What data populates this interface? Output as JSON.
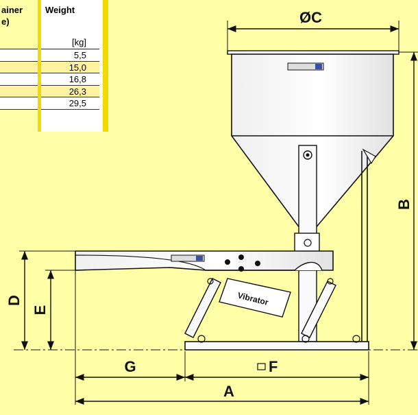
{
  "table": {
    "header_left": "ainer\ne)",
    "header_left_line1": "ainer",
    "header_left_line2": "e)",
    "header_weight": "Weight",
    "unit": "[kg]",
    "weights": [
      "5,5",
      "15,0",
      "16,8",
      "26,3",
      "29,5"
    ],
    "row_colors": [
      "#ffffff",
      "#fff3a0",
      "#ffffff",
      "#fff3a0",
      "#ffffff"
    ]
  },
  "dimensions": {
    "oc": "ØC",
    "a": "A",
    "b": "B",
    "d": "D",
    "e": "E",
    "f": "F",
    "g": "G"
  },
  "vibrator_label": "Vibrator",
  "colors": {
    "background": "#ffffa8",
    "accent": "#f2d900",
    "line": "#111111"
  }
}
